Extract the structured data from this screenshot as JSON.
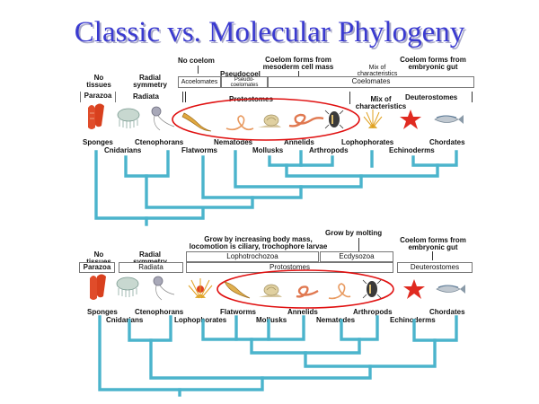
{
  "title": "Classic vs. Molecular Phylogeny",
  "colors": {
    "title": "#3a3ad0",
    "tree": "#4bb4cc",
    "ellipse": "#e01010"
  },
  "classic": {
    "headers": {
      "no_coelom": "No coelom",
      "coelom_mesoderm": "Coelom forms from mesoderm cell mass",
      "coelom_gut": "Coelom forms from embryonic gut",
      "pseudocoel": "Pseudocoel",
      "mix1": "Mix of characteristics",
      "no_tissues": "No tissues",
      "radial": "Radial symmetry",
      "mix2": "Mix of characteristics"
    },
    "boxes": {
      "acoelomates": "Acoelomates",
      "pseudocoelomates": "Pseudo- coelomates",
      "coelomates": "Coelomates",
      "parazoa": "Parazoa",
      "radiata": "Radiata",
      "protostomes": "Protostomes",
      "deuterostomes": "Deuterostomes"
    },
    "taxa_top": [
      "Sponges",
      "Ctenophorans",
      "Nematodes",
      "Annelids",
      "Lophophorates",
      "Chordates"
    ],
    "taxa_bottom": [
      "Cnidarians",
      "Flatworms",
      "Mollusks",
      "Arthropods",
      "Echinoderms"
    ],
    "animals": [
      "sponge-icon",
      "jellyfish-icon",
      "ctenophore-icon",
      "flatworm-icon",
      "nematode-icon",
      "snail-icon",
      "earthworm-icon",
      "beetle-icon",
      "lophophorate-icon",
      "starfish-icon",
      "fish-icon"
    ]
  },
  "molecular": {
    "headers": {
      "grow_body_mass": "Grow by increasing body mass, locomotion is ciliary, trochophore larvae",
      "grow_molting": "Grow by molting",
      "coelom_gut": "Coelom forms from embryonic gut",
      "no_tissues": "No tissues",
      "radial": "Radial symmetry"
    },
    "boxes": {
      "lophotrochozoa": "Lophotrochozoa",
      "ecdysozoa": "Ecdysozoa",
      "parazoa": "Parazoa",
      "radiata": "Radiata",
      "protostomes": "Protostomes",
      "deuterostomes": "Deuterostomes"
    },
    "taxa_top": [
      "Sponges",
      "Ctenophorans",
      "Flatworms",
      "Annelids",
      "Arthropods",
      "Chordates"
    ],
    "taxa_bottom": [
      "Cnidarians",
      "Lophophorates",
      "Mollusks",
      "Nematodes",
      "Echinoderms"
    ],
    "animals": [
      "sponge-icon",
      "jellyfish-icon",
      "ctenophore-icon",
      "lophophorate-icon",
      "flatworm-icon",
      "snail-icon",
      "earthworm-icon",
      "nematode-icon",
      "beetle-icon",
      "starfish-icon",
      "fish-icon"
    ]
  }
}
